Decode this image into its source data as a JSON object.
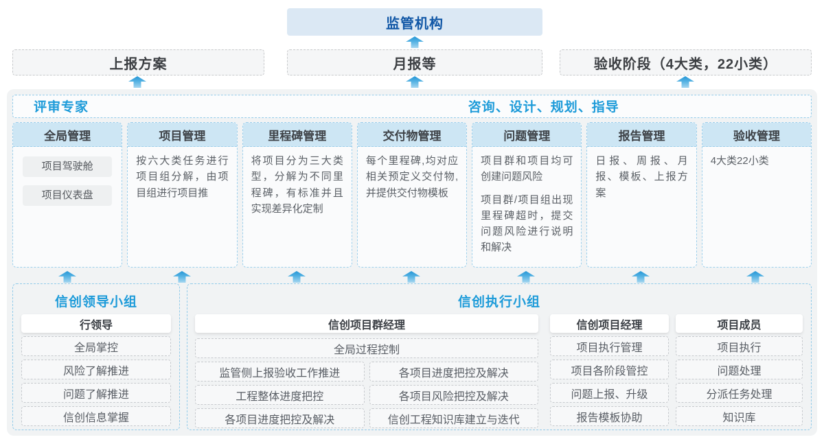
{
  "colors": {
    "accent_blue": "#1d9bd9",
    "dark_blue": "#1157a6",
    "top_box_bg": "#dbe8f4",
    "column_header_bg": "#cde6f4",
    "panel_bg": "#f1f3f4",
    "dashed_blue_border": "#92cbe9"
  },
  "top_box": {
    "label": "监管机构"
  },
  "upper_row": {
    "boxes": [
      "上报方案",
      "月报等",
      "验收阶段（4大类，22小类）"
    ]
  },
  "panel": {
    "left_title": "评审专家",
    "right_title": "咨询、设计、规划、指导",
    "columns": [
      {
        "title": "全局管理",
        "pills": [
          "项目驾驶舱",
          "项目仪表盘"
        ]
      },
      {
        "title": "项目管理",
        "paragraphs": [
          "按六大类任务进行项目组分解，由项目组进行项目推"
        ]
      },
      {
        "title": "里程碑管理",
        "paragraphs": [
          "将项目分为三大类型，分解为不同里程碑，有标准并且实现差异化定制"
        ]
      },
      {
        "title": "交付物管理",
        "paragraphs": [
          "每个里程碑,均对应相关预定义交付物,并提供交付物模板"
        ]
      },
      {
        "title": "问题管理",
        "paragraphs": [
          "项目群和项目均可创建问题风险",
          "项目群/项目组出现里程碑超时，提交问题风险进行说明和解决"
        ]
      },
      {
        "title": "报告管理",
        "paragraphs": [
          "日报、周报、月报、模板、上报方案"
        ]
      },
      {
        "title": "验收管理",
        "paragraphs": [
          "4大类22小类"
        ]
      }
    ]
  },
  "bottom": {
    "leader_group": {
      "title": "信创领导小组",
      "role": "行领导",
      "items": [
        "全局掌控",
        "风险了解推进",
        "问题了解推进",
        "信创信息掌握"
      ]
    },
    "exec_group": {
      "title": "信创执行小组",
      "program_manager": {
        "role": "信创项目群经理",
        "full_item": "全局过程控制",
        "left_items": [
          "监管侧上报验收工作推进",
          "工程整体进度把控",
          "各项目进度把控及解决"
        ],
        "right_items": [
          "各项目进度把控及解决",
          "各项目风险把控及解决",
          "信创工程知识库建立与迭代"
        ]
      },
      "project_manager": {
        "role": "信创项目经理",
        "items": [
          "项目执行管理",
          "项目各阶段管控",
          "问题上报、升级",
          "报告模板协助"
        ]
      },
      "member": {
        "role": "项目成员",
        "items": [
          "项目执行",
          "问题处理",
          "分派任务处理",
          "知识库"
        ]
      }
    }
  }
}
